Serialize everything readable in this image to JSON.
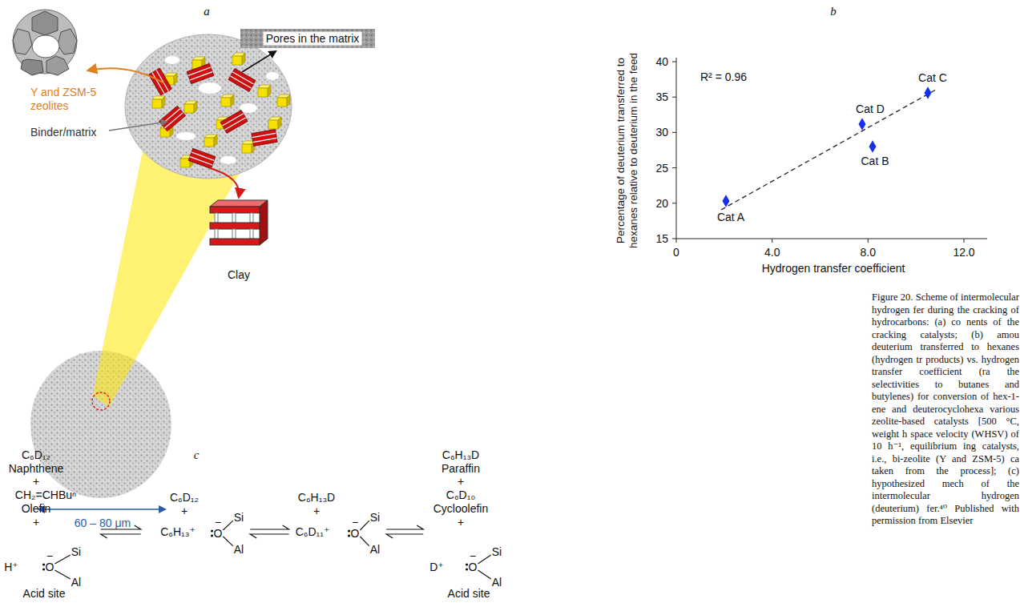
{
  "diagram": {
    "caption": "Figure 20. Scheme of intermolecular hydrogen fer during the cracking of hydrocarbons: (a) co nents of the cracking catalysts; (b) amou deuterium transferred to hexanes (hydrogen tr products) vs. hydrogen transfer coefficient (ra the selectivities to butanes and butylenes) for conversion of hex-1-ene and deuterocyclohexa various zeolite-based catalysts [500 °C, weight h space velocity (WHSV) of 10 h⁻¹, equilibrium ing catalysts, i.e., bi-zeolite (Y and ZSM-5) ca taken from the process]; (c) hypothesized mech of the intermolecular hydrogen (deuterium) fer.⁴⁰ Published with permission from Elsevier",
    "nodes": [
      {
        "text": [
          "C₆D₁₂",
          "Naphthene",
          "+",
          "CH₂=CHBuⁿ",
          "Olefin",
          "+",
          "H⁺",
          "O",
          "Si",
          "Al",
          "−",
          "Acid site"
        ]
      },
      {
        "text": [
          "C₆D₁₂",
          "+",
          "C₆H₁₃⁺",
          "O",
          "Si",
          "Al",
          "−"
        ]
      },
      {
        "text": [
          "C₆H₁₃D",
          "+",
          "C₆D₁₁⁺",
          "O",
          "Si",
          "Al",
          "−"
        ]
      },
      {
        "text": [
          "C₆H₁₃D",
          "Paraffin",
          "+",
          "C₆D₁₀",
          "Cycloolefin",
          "+",
          "D⁺",
          "O",
          "Si",
          "Al",
          "−",
          "Acid site"
        ]
      }
    ],
    "edges": [
      {
        "from": 0,
        "to": 1,
        "arrow": "both"
      },
      {
        "from": 1,
        "to": 2,
        "arrow": "both"
      },
      {
        "from": 2,
        "to": 3,
        "arrow": "both"
      }
    ],
    "labels": [
      "a",
      "Y and ZSM-5 zeolites",
      "Pores in the matrix",
      "Binder/matrix",
      "Clay",
      "60 – 80 μm",
      "b",
      "R² = 0.96",
      "Cat A",
      "Cat B",
      "Cat C",
      "Cat D",
      "15",
      "20",
      "25",
      "30",
      "35",
      "40",
      "0",
      "4.0",
      "8.0",
      "12.0",
      "Hydrogen transfer coefficient",
      "Percentage of deuterium transferred to hexanes relative to deuterium in the feed",
      "c"
    ]
  }
}
